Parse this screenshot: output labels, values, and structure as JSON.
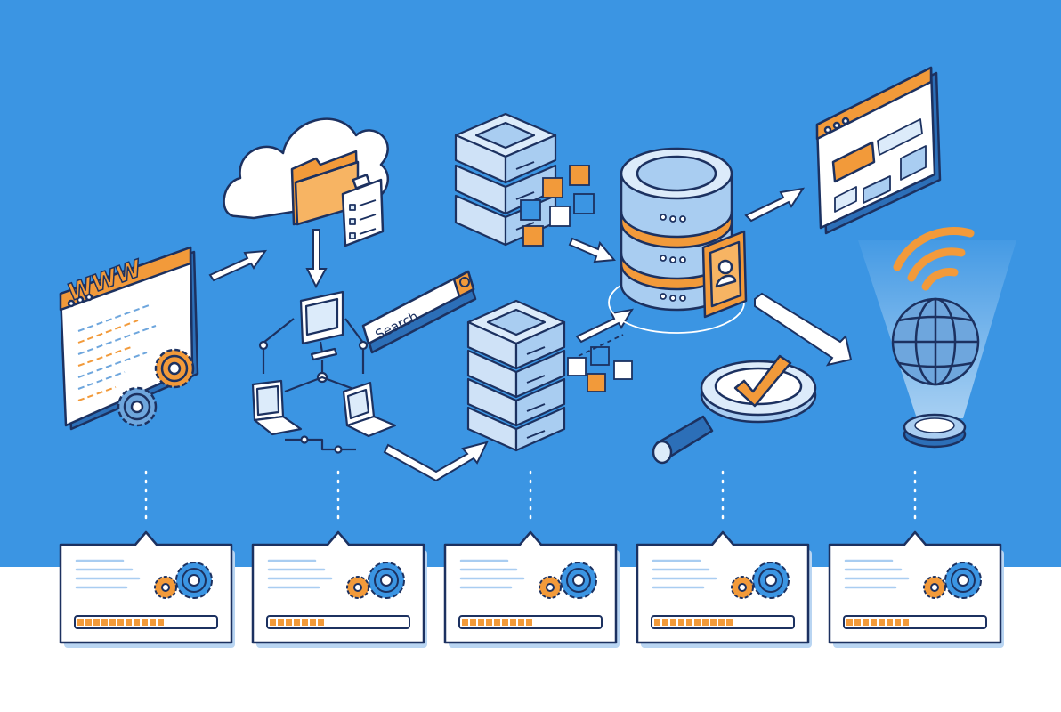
{
  "brand_colors": {
    "background_blue": "#3b95e3",
    "footer_white": "#ffffff",
    "outline_navy": "#1c3160",
    "accent_orange": "#f29a3a",
    "light_blue": "#a9cdf1",
    "pale_blue": "#dcebfa"
  },
  "browser_window": {
    "url_text": "WWW",
    "icon": "browser-code-icon"
  },
  "cloud": {
    "icon": "cloud-folder-icon"
  },
  "network": {
    "icon": "network-computers-icon"
  },
  "search": {
    "placeholder": "Search",
    "icon": "search-icon"
  },
  "server_top": {
    "icon": "server-stack-icon"
  },
  "server_bottom": {
    "icon": "server-stack-icon"
  },
  "database": {
    "icon": "database-icon"
  },
  "webpage": {
    "icon": "webpage-layout-icon"
  },
  "magnifier": {
    "icon": "magnifier-check-icon"
  },
  "globe": {
    "icon": "wifi-globe-icon"
  },
  "footer_cards": [
    {
      "progress": 0.65,
      "icon": "gears-icon"
    },
    {
      "progress": 0.45,
      "icon": "gears-icon"
    },
    {
      "progress": 0.55,
      "icon": "gears-icon"
    },
    {
      "progress": 0.6,
      "icon": "gears-icon"
    },
    {
      "progress": 0.5,
      "icon": "gears-icon"
    }
  ]
}
